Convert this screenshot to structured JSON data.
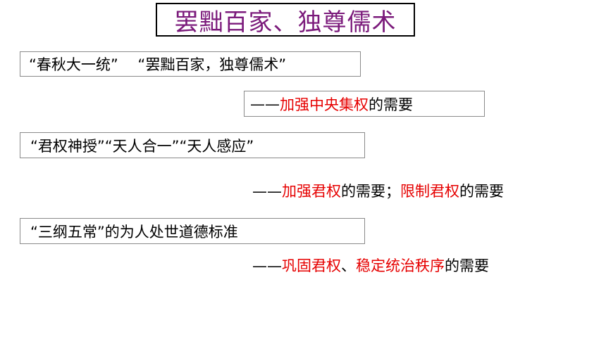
{
  "title": "罢黜百家、独尊儒术",
  "rows": [
    {
      "text": "“春秋大一统”　 “罢黜百家，独尊儒术”"
    },
    {
      "dash": "——",
      "red1": "加强中央集权",
      "black1": "的需要"
    },
    {
      "text": "“君权神授”“天人合一”“天人感应”"
    },
    {
      "dash": "——",
      "red1": "加强君权",
      "black1": "的需要；",
      "red2": "限制君权",
      "black2": "的需要"
    },
    {
      "text": "“三纲五常”的为人处世道德标准"
    },
    {
      "dash": "——",
      "red1": "巩固君权",
      "black1": "、",
      "red2": "稳定统治秩序",
      "black2": "的需要"
    }
  ],
  "colors": {
    "title": "#7b1a7b",
    "highlight": "#e60000",
    "text": "#000000"
  }
}
